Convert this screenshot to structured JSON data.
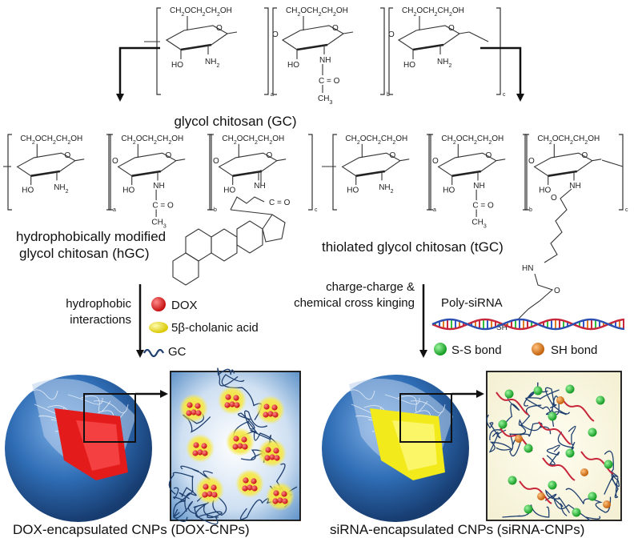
{
  "gc": {
    "name": "glycol chitosan (GC)",
    "sidechain": "CH2OCH2CH2OH",
    "ho": "HO",
    "nh2": "NH2",
    "nh": "NH",
    "carbonyl": "C = O",
    "ch3": "CH3",
    "subscripts": [
      "a",
      "b",
      "c"
    ]
  },
  "hgc": {
    "name_line1": "hydrophobically modified",
    "name_line2": "glycol chitosan (hGC)"
  },
  "tgc": {
    "name": "thiolated glycol chitosan (tGC)",
    "sh": "SH",
    "hn": "HN"
  },
  "left_path": {
    "process_line1": "hydrophobic",
    "process_line2": "interactions",
    "legend": [
      "DOX",
      "5β-cholanic acid",
      "GC"
    ],
    "product": "DOX-encapsulated CNPs (DOX-CNPs)"
  },
  "right_path": {
    "process_line1": "charge-charge &",
    "process_line2": "chemical cross kinging",
    "polymer": "Poly-siRNA",
    "legend": [
      "S-S bond",
      "SH bond"
    ],
    "product": "siRNA-encapsulated CNPs (siRNA-CNPs)"
  },
  "colors": {
    "dox": "#e31b1b",
    "cholanic": "#f2ea1a",
    "ss_bond": "#2fbf3a",
    "sh_bond": "#e07a1c",
    "sphere": "#2f6db5",
    "gc_strand": "#1f3f6e"
  }
}
